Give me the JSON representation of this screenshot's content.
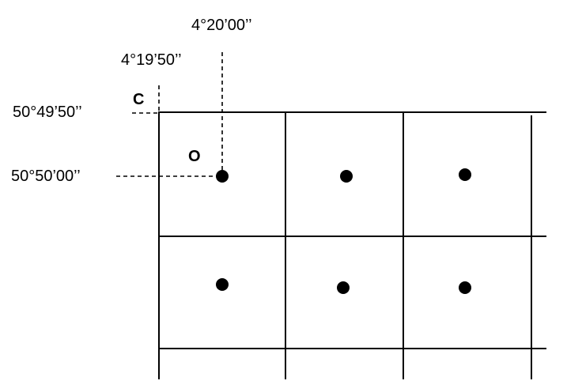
{
  "labels": {
    "longitude_top": "4°20’00’’",
    "longitude_corner": "4°19’50’’",
    "latitude_corner": "50°49’50’’",
    "latitude_origin": "50°50’00’’",
    "corner_point": "C",
    "origin_point": "O"
  },
  "grid": {
    "rows": 2,
    "columns": 3,
    "dots_per_cell": 1
  },
  "colors": {
    "ink": "#000000",
    "background": "#ffffff"
  }
}
